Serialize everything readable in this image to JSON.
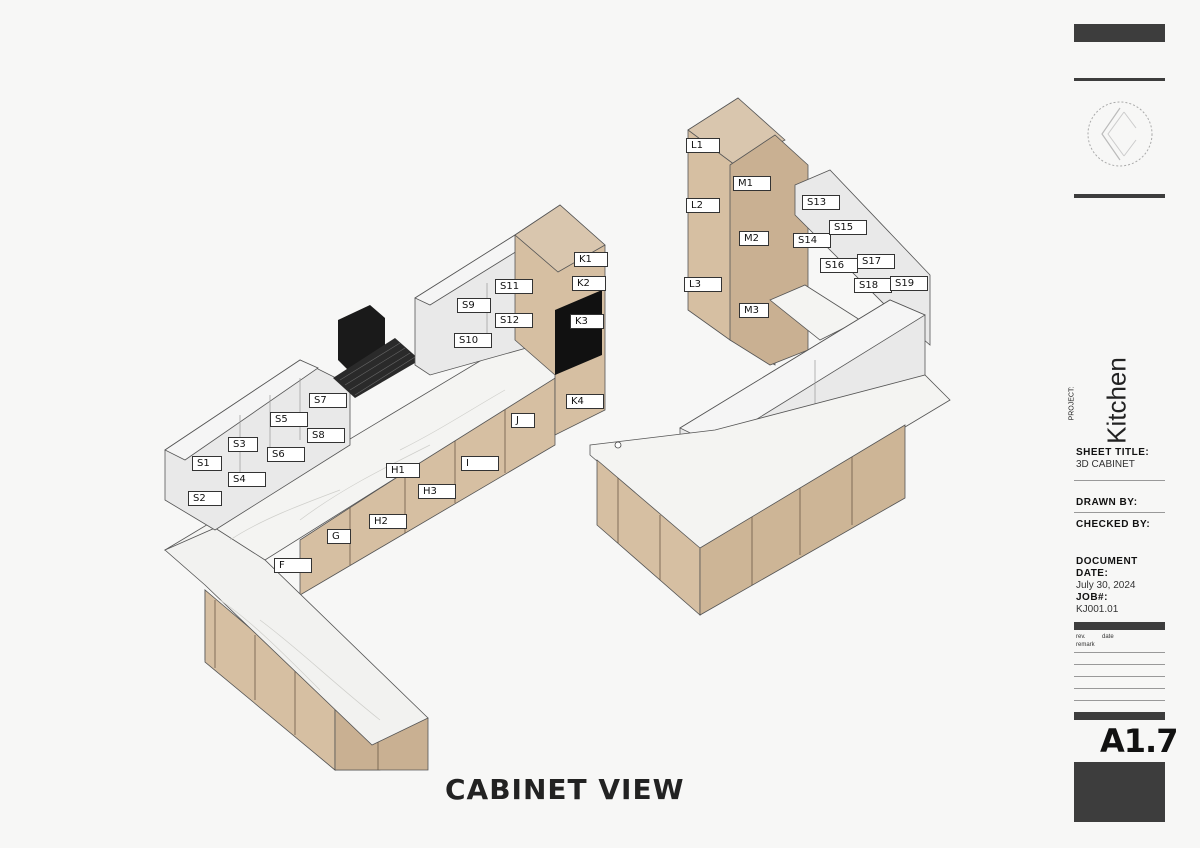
{
  "view_title": "CABINET VIEW",
  "labels": [
    "S1",
    "S2",
    "S3",
    "S4",
    "S5",
    "S6",
    "S7",
    "S8",
    "S9",
    "S10",
    "S11",
    "S12",
    "K1",
    "K2",
    "K3",
    "K4",
    "F",
    "G",
    "H1",
    "H2",
    "H3",
    "I",
    "J",
    "L1",
    "L2",
    "L3",
    "M1",
    "M2",
    "M3",
    "S13",
    "S14",
    "S15",
    "S16",
    "S17",
    "S18",
    "S19"
  ],
  "title_block": {
    "project_label": "PROJECT:",
    "project_name": "Kitchen",
    "sheet_title_label": "SHEET TITLE:",
    "sheet_title": "3D CABINET",
    "drawn_by_label": "DRAWN BY:",
    "checked_by_label": "CHECKED BY:",
    "document_date_label": "DOCUMENT DATE:",
    "document_date": "July 30, 2024",
    "job_label": "JOB#:",
    "job_number": "KJ001.01",
    "rev_label": "rev.",
    "date_label": "date",
    "remark_label": "remark",
    "sheet_number": "A1.7"
  },
  "colors": {
    "wood": "#d6bfa2",
    "wood_dark": "#b89d7f",
    "white_cab": "#e9e9e9",
    "marble": "#f4f4f2",
    "black": "#1a1a1a",
    "bar": "#3d3d3d"
  }
}
